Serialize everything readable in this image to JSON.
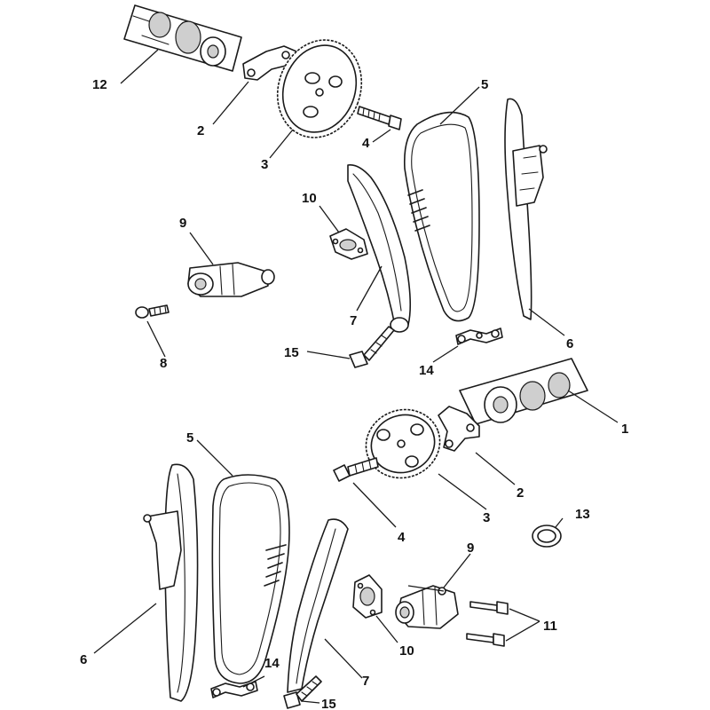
{
  "callouts": [
    "12",
    "2",
    "3",
    "4",
    "5",
    "10",
    "9",
    "8",
    "15",
    "7",
    "14",
    "6",
    "1",
    "5",
    "2",
    "3",
    "4",
    "13",
    "9",
    "11",
    "10",
    "6",
    "14",
    "7",
    "15"
  ],
  "colors": {
    "line": "#1a1a1a",
    "shade": "#cfcfcf",
    "background": "#ffffff"
  }
}
